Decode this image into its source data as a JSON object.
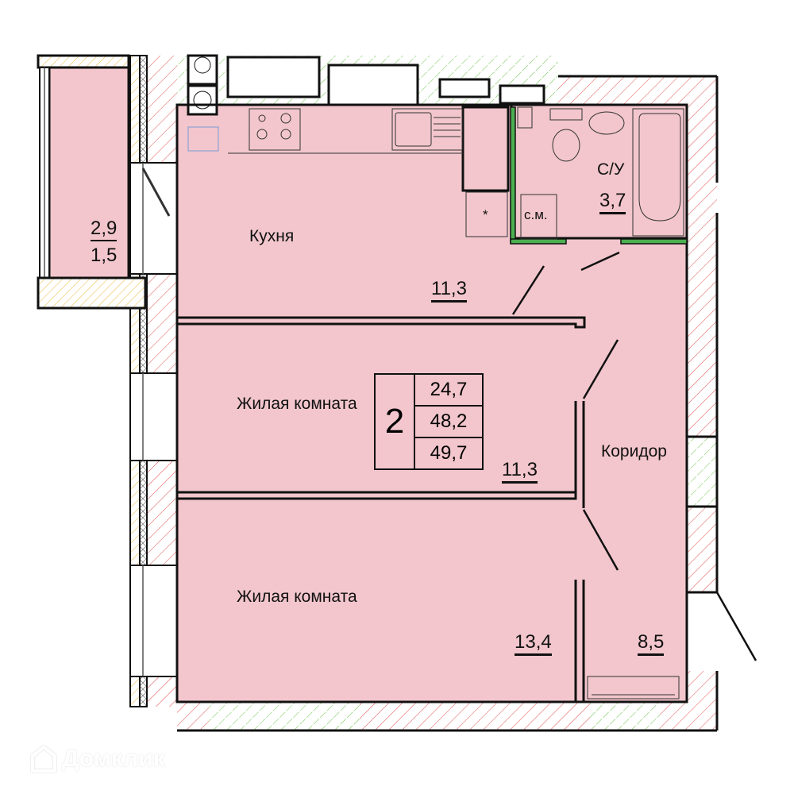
{
  "plan": {
    "colors": {
      "room_fill": "#f2c6cc",
      "wall": "#111111",
      "hatch_red": "#e05050",
      "hatch_green": "#6cc24a",
      "hatch_yellow": "#e8b840",
      "wet_wall_green": "#4caf50"
    },
    "rooms": [
      {
        "id": "kitchen",
        "name": "Кухня",
        "area": "11,3"
      },
      {
        "id": "bathroom",
        "name": "С/У",
        "area": "3,7"
      },
      {
        "id": "living1",
        "name": "Жилая комната",
        "area": "11,3"
      },
      {
        "id": "living2",
        "name": "Жилая комната",
        "area": "13,4"
      },
      {
        "id": "corridor",
        "name": "Коридор",
        "area": "8,5"
      }
    ],
    "balcony": {
      "area_top": "2,9",
      "area_bottom": "1,5"
    },
    "appliances": {
      "washing_machine_label": "с.м.",
      "fridge_symbol": "*"
    },
    "summary": {
      "rooms_count": "2",
      "living_area": "24,7",
      "total_area": "48,2",
      "total_with_balcony": "49,7"
    }
  },
  "watermark": {
    "text": "Домклик",
    "icon": "house-logo-icon"
  }
}
